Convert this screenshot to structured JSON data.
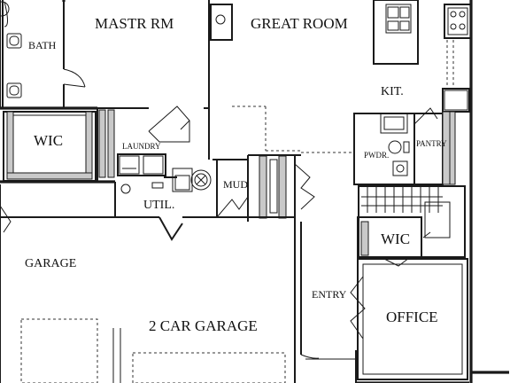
{
  "rooms": {
    "bath": "BATH",
    "master": "MASTR RM",
    "great_room": "GREAT ROOM",
    "kitchen": "KIT.",
    "wic_master": "WIC",
    "laundry": "LAUNDRY",
    "util": "UTIL.",
    "mud": "MUD",
    "pantry": "PANTRY",
    "powder": "PWDR.",
    "wic_office": "WIC",
    "garage": "GARAGE",
    "two_car_garage": "2 CAR GARAGE",
    "entry": "ENTRY",
    "office": "OFFICE"
  }
}
